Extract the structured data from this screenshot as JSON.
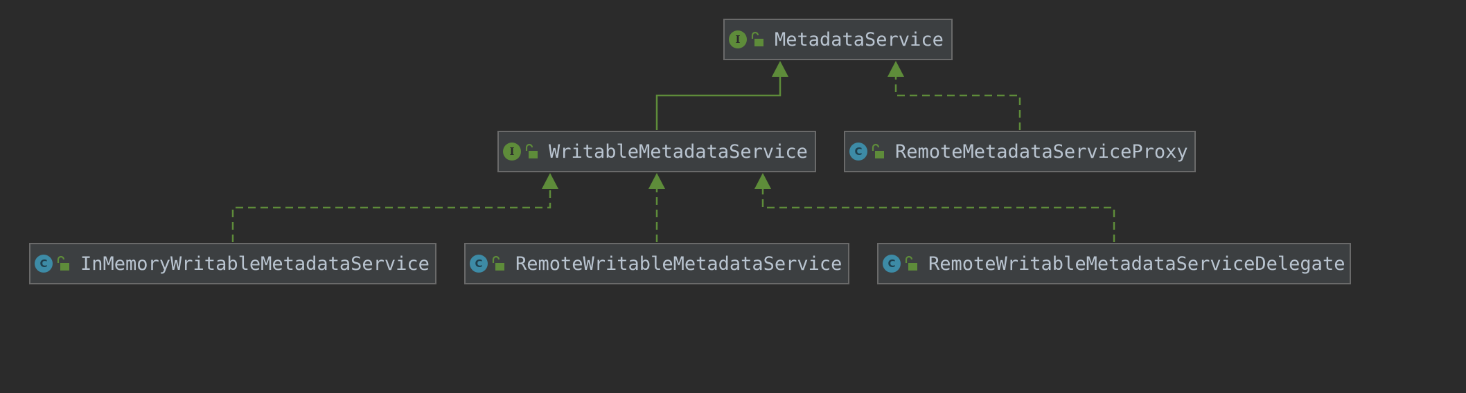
{
  "diagram": {
    "background": "#2b2b2b",
    "colors": {
      "node_fill": "#3c3f41",
      "node_border": "#6a6a6a",
      "edge": "#5e8c3a",
      "interface_badge": "#5e8c3a",
      "class_badge": "#3d8ba6",
      "label_text": "#b9c4d0"
    },
    "nodes": {
      "metadata_service": {
        "label": "MetadataService",
        "kind": "interface",
        "badge": "I",
        "icon": "unlocked-padlock-icon"
      },
      "writable_metadata_service": {
        "label": "WritableMetadataService",
        "kind": "interface",
        "badge": "I",
        "icon": "unlocked-padlock-icon"
      },
      "remote_metadata_service_proxy": {
        "label": "RemoteMetadataServiceProxy",
        "kind": "class",
        "badge": "C",
        "icon": "unlocked-padlock-icon"
      },
      "in_memory_writable_metadata_service": {
        "label": "InMemoryWritableMetadataService",
        "kind": "class",
        "badge": "C",
        "icon": "unlocked-padlock-icon"
      },
      "remote_writable_metadata_service": {
        "label": "RemoteWritableMetadataService",
        "kind": "class",
        "badge": "C",
        "icon": "unlocked-padlock-icon"
      },
      "remote_writable_metadata_service_delegate": {
        "label": "RemoteWritableMetadataServiceDelegate",
        "kind": "class",
        "badge": "C",
        "icon": "unlocked-padlock-icon"
      }
    },
    "edges": [
      {
        "from": "writable_metadata_service",
        "to": "metadata_service",
        "relation": "extends",
        "style": "solid"
      },
      {
        "from": "remote_metadata_service_proxy",
        "to": "metadata_service",
        "relation": "implements",
        "style": "dashed"
      },
      {
        "from": "in_memory_writable_metadata_service",
        "to": "writable_metadata_service",
        "relation": "implements",
        "style": "dashed"
      },
      {
        "from": "remote_writable_metadata_service",
        "to": "writable_metadata_service",
        "relation": "implements",
        "style": "dashed"
      },
      {
        "from": "remote_writable_metadata_service_delegate",
        "to": "writable_metadata_service",
        "relation": "implements",
        "style": "dashed"
      }
    ]
  }
}
